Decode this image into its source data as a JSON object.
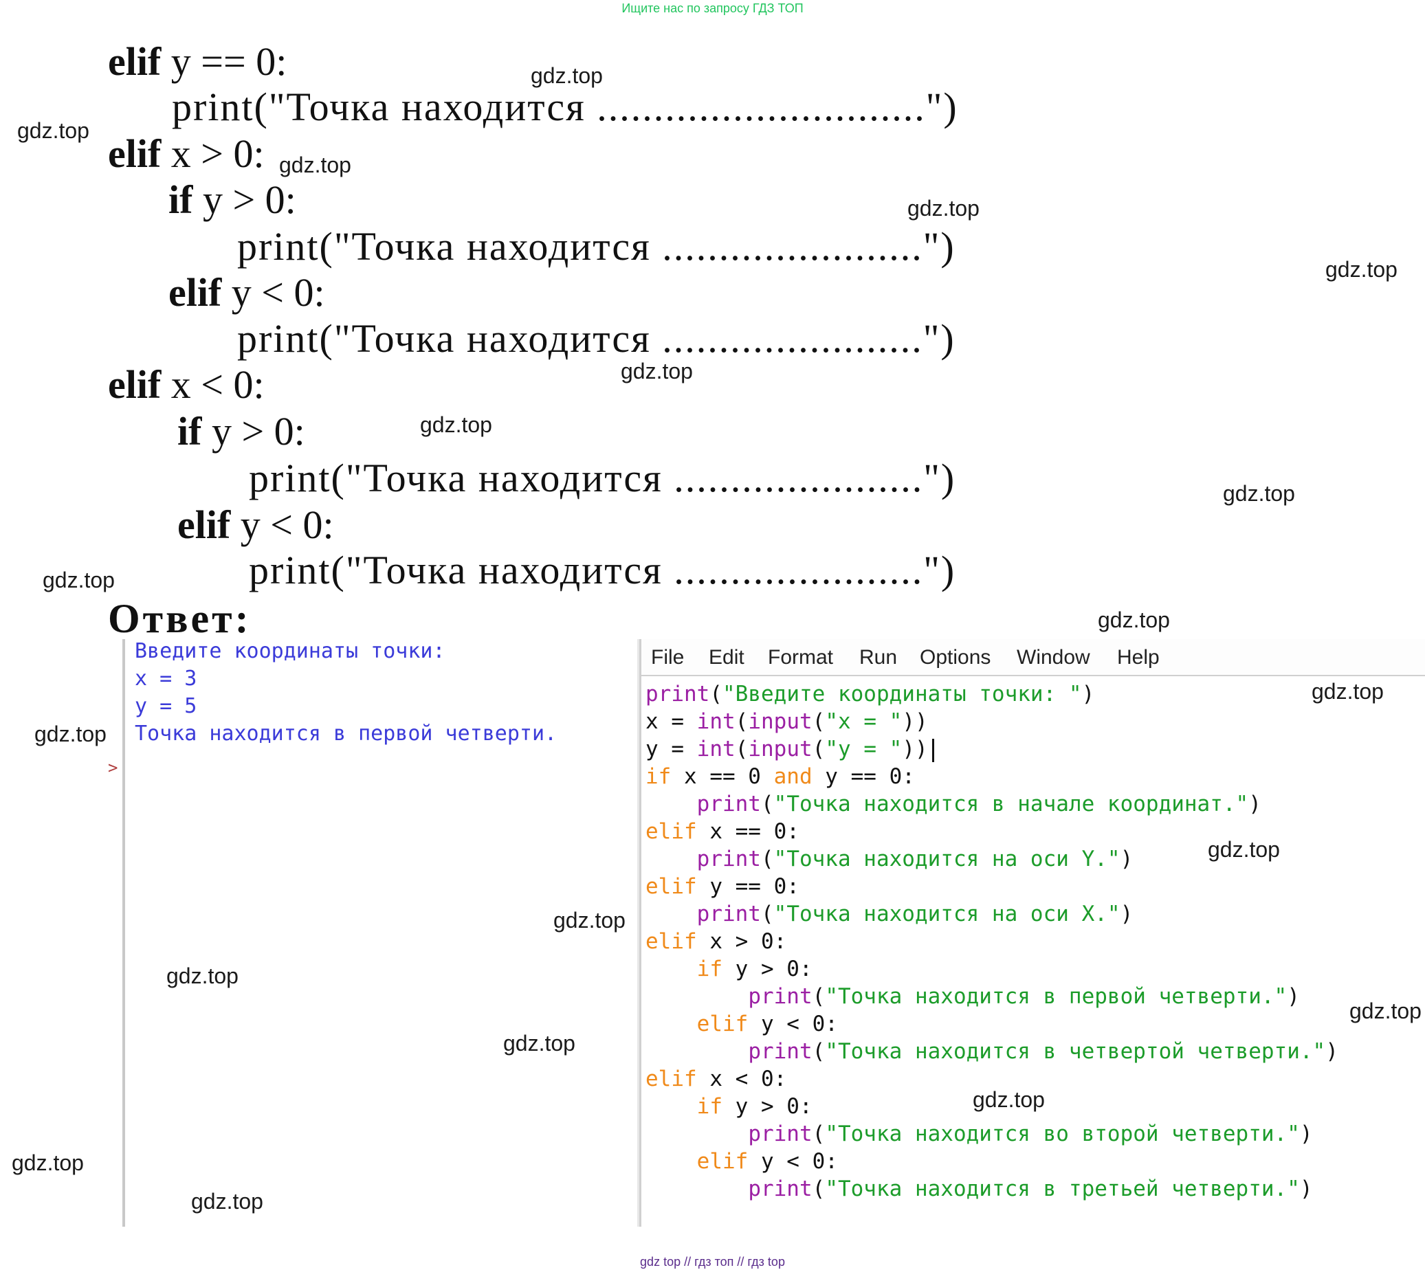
{
  "banner_top": "Ищите нас по запросу ГДЗ ТОП",
  "banner_bottom": "gdz top  //  гдз топ  //  гдз top",
  "textbook": {
    "lines": [
      {
        "kw": "elif",
        "rest": " y == 0:"
      },
      {
        "kw": "",
        "rest": "print(\"Точка находится .............................\")"
      },
      {
        "kw": "elif",
        "rest": " x > 0:"
      },
      {
        "kw": "if",
        "rest": " y > 0:"
      },
      {
        "kw": "",
        "rest": "print(\"Точка находится .......................\")"
      },
      {
        "kw": "elif",
        "rest": " y < 0:"
      },
      {
        "kw": "",
        "rest": "print(\"Точка находится .......................\")"
      },
      {
        "kw": "elif",
        "rest": " x < 0:"
      },
      {
        "kw": "if",
        "rest": " y > 0:"
      },
      {
        "kw": "",
        "rest": "print(\"Точка находится  ......................\")"
      },
      {
        "kw": "elif",
        "rest": " y < 0:"
      },
      {
        "kw": "",
        "rest": "print(\"Точка находится  ......................\")"
      }
    ],
    "answer_label": "Ответ:"
  },
  "shell": {
    "lines": [
      "Введите координаты точки:",
      "x = 3",
      "y = 5",
      "Точка находится в первой четверти."
    ],
    "prompt": ">"
  },
  "editor": {
    "menu": [
      "File",
      "Edit",
      "Format",
      "Run",
      "Options",
      "Window",
      "Help"
    ],
    "lines": [
      [
        {
          "t": "print",
          "c": "builtin"
        },
        {
          "t": "(",
          "c": ""
        },
        {
          "t": "\"Введите координаты точки: \"",
          "c": "str"
        },
        {
          "t": ")",
          "c": ""
        }
      ],
      [
        {
          "t": "x = ",
          "c": ""
        },
        {
          "t": "int",
          "c": "builtin"
        },
        {
          "t": "(",
          "c": ""
        },
        {
          "t": "input",
          "c": "builtin"
        },
        {
          "t": "(",
          "c": ""
        },
        {
          "t": "\"x = \"",
          "c": "str"
        },
        {
          "t": "))",
          "c": ""
        }
      ],
      [
        {
          "t": "y = ",
          "c": ""
        },
        {
          "t": "int",
          "c": "builtin"
        },
        {
          "t": "(",
          "c": ""
        },
        {
          "t": "input",
          "c": "builtin"
        },
        {
          "t": "(",
          "c": ""
        },
        {
          "t": "\"y = \"",
          "c": "str"
        },
        {
          "t": "))",
          "c": ""
        }
      ],
      [
        {
          "t": "if",
          "c": "key"
        },
        {
          "t": " x == 0 ",
          "c": ""
        },
        {
          "t": "and",
          "c": "key"
        },
        {
          "t": " y == 0:",
          "c": ""
        }
      ],
      [
        {
          "t": "    ",
          "c": ""
        },
        {
          "t": "print",
          "c": "builtin"
        },
        {
          "t": "(",
          "c": ""
        },
        {
          "t": "\"Точка находится в начале координат.\"",
          "c": "str"
        },
        {
          "t": ")",
          "c": ""
        }
      ],
      [
        {
          "t": "elif",
          "c": "key"
        },
        {
          "t": " x == 0:",
          "c": ""
        }
      ],
      [
        {
          "t": "    ",
          "c": ""
        },
        {
          "t": "print",
          "c": "builtin"
        },
        {
          "t": "(",
          "c": ""
        },
        {
          "t": "\"Точка находится на оси Y.\"",
          "c": "str"
        },
        {
          "t": ")",
          "c": ""
        }
      ],
      [
        {
          "t": "elif",
          "c": "key"
        },
        {
          "t": " y == 0:",
          "c": ""
        }
      ],
      [
        {
          "t": "    ",
          "c": ""
        },
        {
          "t": "print",
          "c": "builtin"
        },
        {
          "t": "(",
          "c": ""
        },
        {
          "t": "\"Точка находится на оси X.\"",
          "c": "str"
        },
        {
          "t": ")",
          "c": ""
        }
      ],
      [
        {
          "t": "elif",
          "c": "key"
        },
        {
          "t": " x > 0:",
          "c": ""
        }
      ],
      [
        {
          "t": "    ",
          "c": ""
        },
        {
          "t": "if",
          "c": "key"
        },
        {
          "t": " y > 0:",
          "c": ""
        }
      ],
      [
        {
          "t": "        ",
          "c": ""
        },
        {
          "t": "print",
          "c": "builtin"
        },
        {
          "t": "(",
          "c": ""
        },
        {
          "t": "\"Точка находится в первой четверти.\"",
          "c": "str"
        },
        {
          "t": ")",
          "c": ""
        }
      ],
      [
        {
          "t": "    ",
          "c": ""
        },
        {
          "t": "elif",
          "c": "key"
        },
        {
          "t": " y < 0:",
          "c": ""
        }
      ],
      [
        {
          "t": "        ",
          "c": ""
        },
        {
          "t": "print",
          "c": "builtin"
        },
        {
          "t": "(",
          "c": ""
        },
        {
          "t": "\"Точка находится в четвертой четверти.\"",
          "c": "str"
        },
        {
          "t": ")",
          "c": ""
        }
      ],
      [
        {
          "t": "elif",
          "c": "key"
        },
        {
          "t": " x < 0:",
          "c": ""
        }
      ],
      [
        {
          "t": "    ",
          "c": ""
        },
        {
          "t": "if",
          "c": "key"
        },
        {
          "t": " y > 0:",
          "c": ""
        }
      ],
      [
        {
          "t": "        ",
          "c": ""
        },
        {
          "t": "print",
          "c": "builtin"
        },
        {
          "t": "(",
          "c": ""
        },
        {
          "t": "\"Точка находится во второй четверти.\"",
          "c": "str"
        },
        {
          "t": ")",
          "c": ""
        }
      ],
      [
        {
          "t": "    ",
          "c": ""
        },
        {
          "t": "elif",
          "c": "key"
        },
        {
          "t": " y < 0:",
          "c": ""
        }
      ],
      [
        {
          "t": "        ",
          "c": ""
        },
        {
          "t": "print",
          "c": "builtin"
        },
        {
          "t": "(",
          "c": ""
        },
        {
          "t": "\"Точка находится в третьей четверти.\"",
          "c": "str"
        },
        {
          "t": ")",
          "c": ""
        }
      ]
    ]
  },
  "watermark": "gdz.top",
  "colors": {
    "builtin": "#9b1fa3",
    "string": "#1c9c2a",
    "keyword": "#f08a1a",
    "shell_output": "#3b3bd9"
  }
}
